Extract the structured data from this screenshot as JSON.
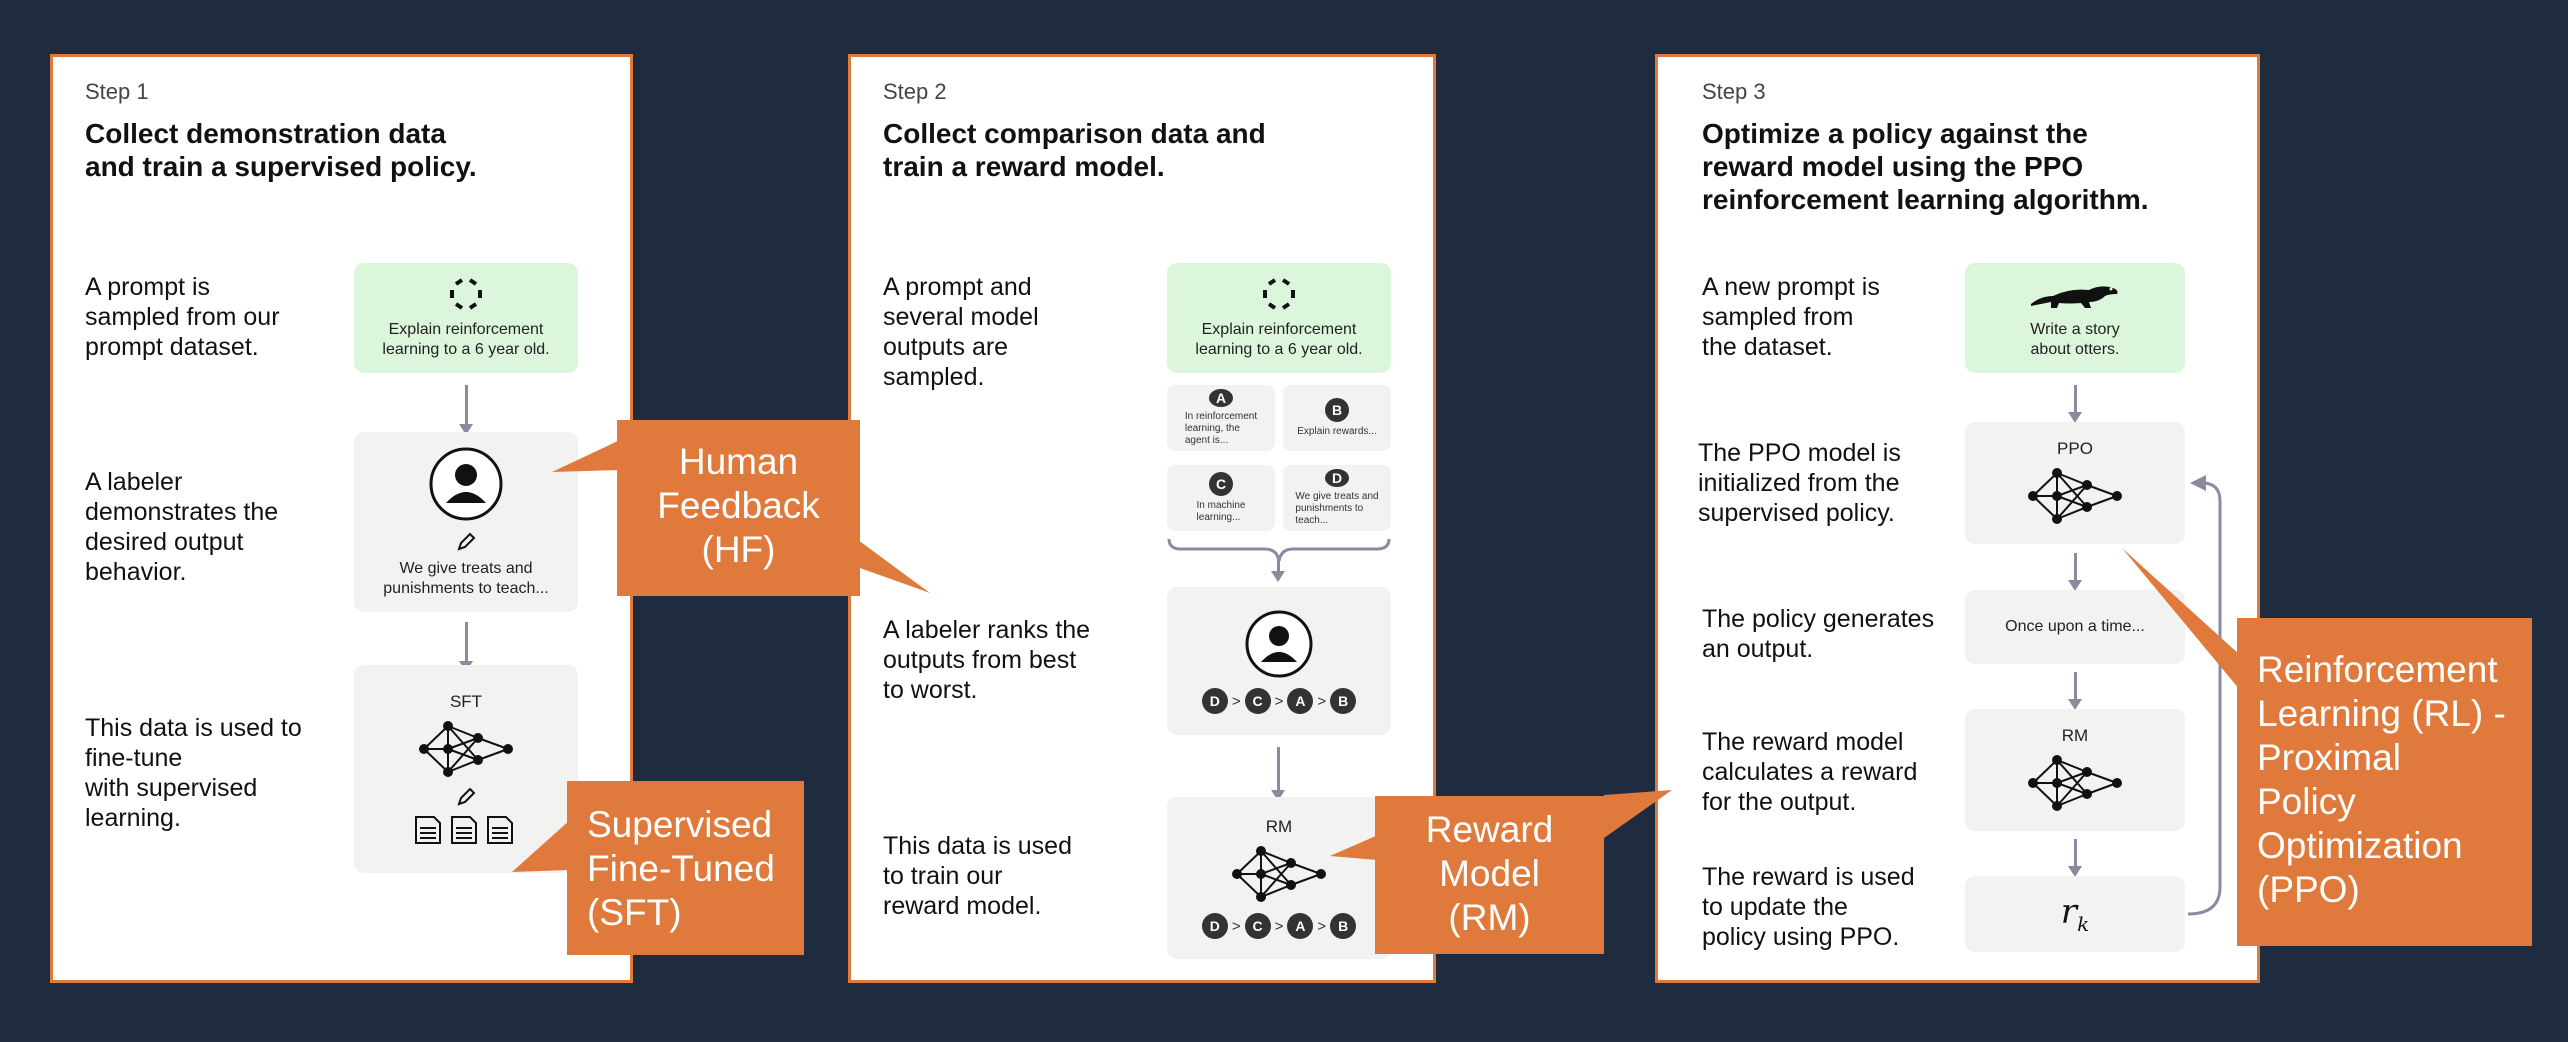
{
  "step1": {
    "step": "Step 1",
    "heading": "Collect demonstration data\nand train a supervised policy.",
    "desc1": "A prompt is\nsampled from our\nprompt dataset.",
    "desc2": "A labeler\ndemonstrates the\ndesired output\nbehavior.",
    "desc3": "This data is used to\nfine-tune\nwith supervised\nlearning.",
    "prompt_text": "Explain reinforcement\nlearning to a 6 year old.",
    "demo_text": "We give treats and\npunishments to teach...",
    "model_label": "SFT"
  },
  "step2": {
    "step": "Step 2",
    "heading": "Collect comparison data and\ntrain a reward model.",
    "desc1": "A prompt and\nseveral model\noutputs are\nsampled.",
    "desc2": "A labeler ranks the\noutputs from best\nto worst.",
    "desc3": "This data is used\nto train our\nreward model.",
    "prompt_text": "Explain reinforcement\nlearning to a 6 year old.",
    "outputs": [
      {
        "letter": "A",
        "text": "In reinforcement\nlearning, the\nagent is..."
      },
      {
        "letter": "B",
        "text": "Explain rewards..."
      },
      {
        "letter": "C",
        "text": "In machine\nlearning..."
      },
      {
        "letter": "D",
        "text": "We give treats and\npunishments to\nteach..."
      }
    ],
    "ranking": [
      "D",
      "C",
      "A",
      "B"
    ],
    "gt": ">",
    "model_label": "RM"
  },
  "step3": {
    "step": "Step 3",
    "heading": "Optimize a policy against the\nreward model using the PPO\nreinforcement learning algorithm.",
    "desc1": "A new prompt is\nsampled from\nthe dataset.",
    "desc2": "The PPO model is\ninitialized from the\nsupervised policy.",
    "desc3": "The policy generates\nan output.",
    "desc4": "The reward model\ncalculates a reward\nfor the output.",
    "desc5": "The reward is used\nto update the\npolicy using PPO.",
    "prompt_text": "Write a story\nabout otters.",
    "ppo_label": "PPO",
    "output_text": "Once upon a time...",
    "rm_label": "RM",
    "reward_symbol": "r",
    "reward_sub": "k"
  },
  "callouts": {
    "hf": "Human\nFeedback\n(HF)",
    "sft": "Supervised\nFine-Tuned\n(SFT)",
    "rm": "Reward\nModel\n(RM)",
    "ppo": "Reinforcement\nLearning (RL) -\nProximal\nPolicy\nOptimization\n(PPO)"
  },
  "colors": {
    "background": "#1f2b3e",
    "accent": "#e07a3c",
    "prompt_box": "#dcf6dc",
    "box": "#f2f2f0",
    "arrow": "#8a8aa0"
  }
}
